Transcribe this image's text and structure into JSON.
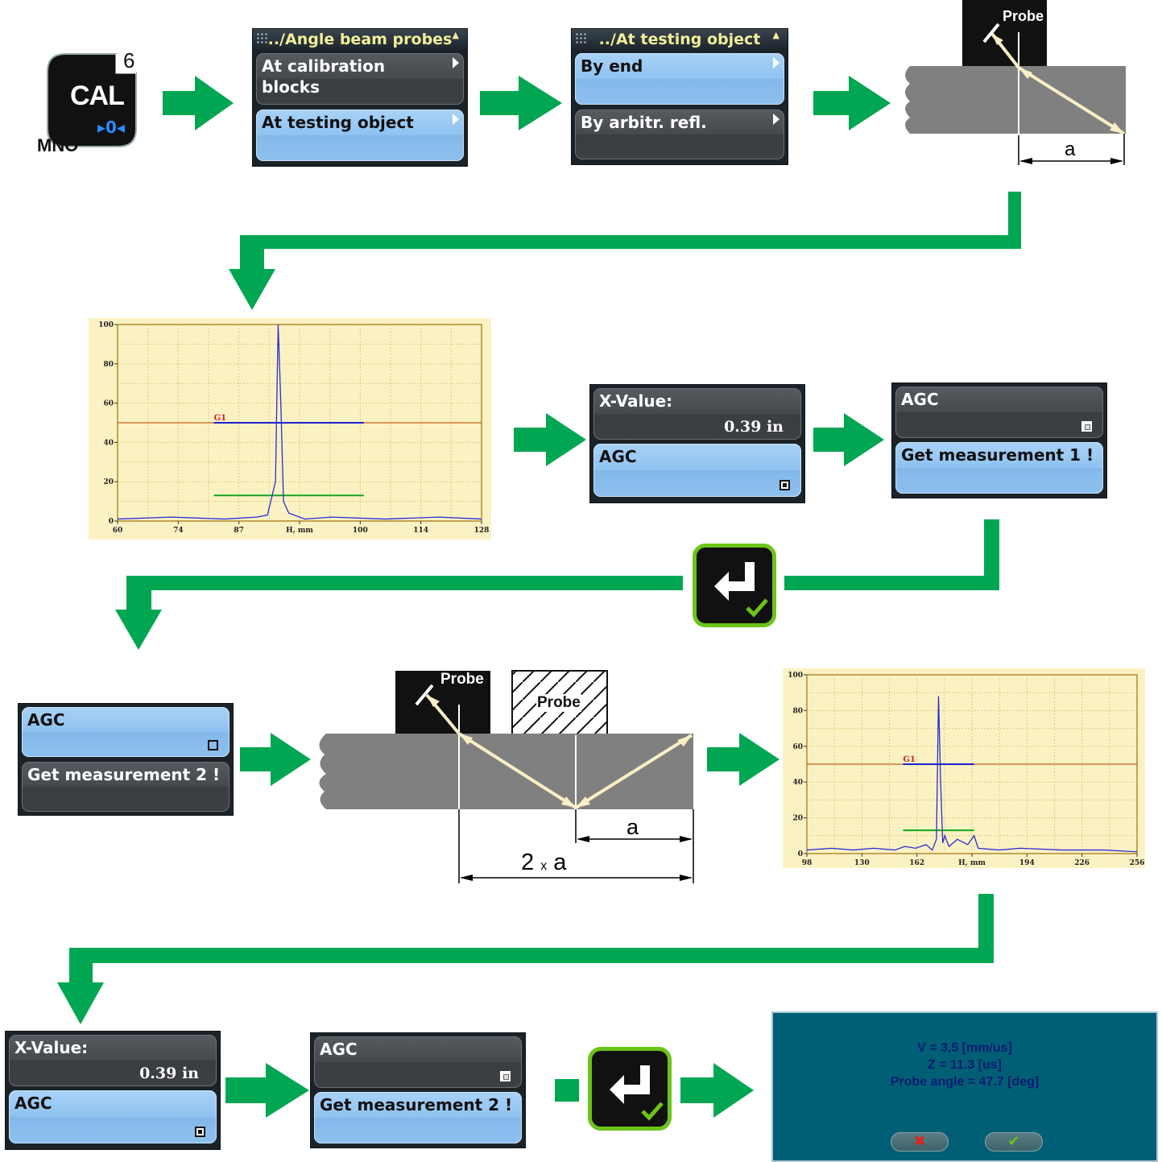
{
  "cal_key": {
    "label": "CAL",
    "superscript": "6",
    "letters": "MNO",
    "zero_symbol": "▸0◂"
  },
  "menu1": {
    "title": "../Angle beam probes",
    "items": [
      {
        "label": "At calibration blocks"
      },
      {
        "label": "At testing object"
      }
    ]
  },
  "menu2": {
    "title": "../At testing object",
    "items": [
      {
        "label": "By end"
      },
      {
        "label": "By arbitr. refl."
      }
    ]
  },
  "diagram1": {
    "probe_label": "Probe",
    "dim_label": "a"
  },
  "xvalue_panel_1": {
    "xvalue_label": "X-Value:",
    "xvalue": "0.39 in",
    "agc_label": "AGC"
  },
  "agc_panel_1": {
    "agc_label": "AGC",
    "action_label": "Get measurement 1 !"
  },
  "agc_panel_2": {
    "agc_label": "AGC",
    "action_label": "Get measurement 2 !"
  },
  "diagram2": {
    "probe1_label": "Probe",
    "probe2_label": "Probe",
    "dim_a": "a",
    "dim_2a_num": "2",
    "dim_2a_x": "x",
    "dim_2a_a": "a"
  },
  "xvalue_panel_2": {
    "xvalue_label": "X-Value:",
    "xvalue": "0.39 in",
    "agc_label": "AGC"
  },
  "agc_panel_3": {
    "agc_label": "AGC",
    "action_label": "Get measurement 2 !"
  },
  "result_dialog": {
    "line1": "V = 3,5 [mm/us]",
    "line2": "Z = 11.3 [us]",
    "line3": "Probe angle = 47.7 [deg]",
    "cancel_symbol": "✖",
    "ok_symbol": "✔"
  },
  "chart_data": [
    {
      "type": "line",
      "xlabel": "H, mm",
      "x_ticks": [
        "60",
        "74",
        "87",
        "H, mm",
        "100",
        "114",
        "128"
      ],
      "y_ticks": [
        "0",
        "20",
        "40",
        "60",
        "80",
        "100"
      ],
      "xlim": [
        60,
        128
      ],
      "ylim": [
        0,
        100
      ],
      "grid": true,
      "gate": {
        "name": "G1",
        "level": 50,
        "start": 78,
        "end": 106
      },
      "gate_level_line": 50,
      "second_gate": {
        "level": 13,
        "start": 78,
        "end": 106
      },
      "series": [
        {
          "x": [
            60,
            70,
            80,
            86,
            88,
            89.5,
            90,
            90.5,
            91,
            92,
            93,
            95,
            100,
            110,
            120,
            128
          ],
          "values": [
            1,
            2,
            1,
            2,
            3,
            20,
            100,
            60,
            10,
            4,
            3,
            1,
            2,
            1,
            2,
            1
          ]
        }
      ]
    },
    {
      "type": "line",
      "xlabel": "H, mm",
      "x_ticks": [
        "98",
        "130",
        "162",
        "H, mm",
        "194",
        "226",
        "256"
      ],
      "y_ticks": [
        "0",
        "20",
        "40",
        "60",
        "80",
        "100"
      ],
      "xlim": [
        98,
        256
      ],
      "ylim": [
        0,
        100
      ],
      "grid": true,
      "gate": {
        "name": "G1",
        "level": 50,
        "start": 144,
        "end": 178
      },
      "gate_level_line": 50,
      "second_gate": {
        "level": 13,
        "start": 144,
        "end": 178
      },
      "series": [
        {
          "x": [
            98,
            110,
            120,
            130,
            140,
            145,
            150,
            155,
            158,
            160,
            161,
            162,
            163,
            164,
            166,
            170,
            175,
            178,
            180,
            190,
            200,
            220,
            240,
            256
          ],
          "values": [
            2,
            3,
            2,
            3,
            2,
            4,
            3,
            5,
            2,
            8,
            88,
            40,
            6,
            10,
            4,
            8,
            5,
            10,
            3,
            2,
            3,
            2,
            2,
            1
          ]
        }
      ]
    }
  ]
}
